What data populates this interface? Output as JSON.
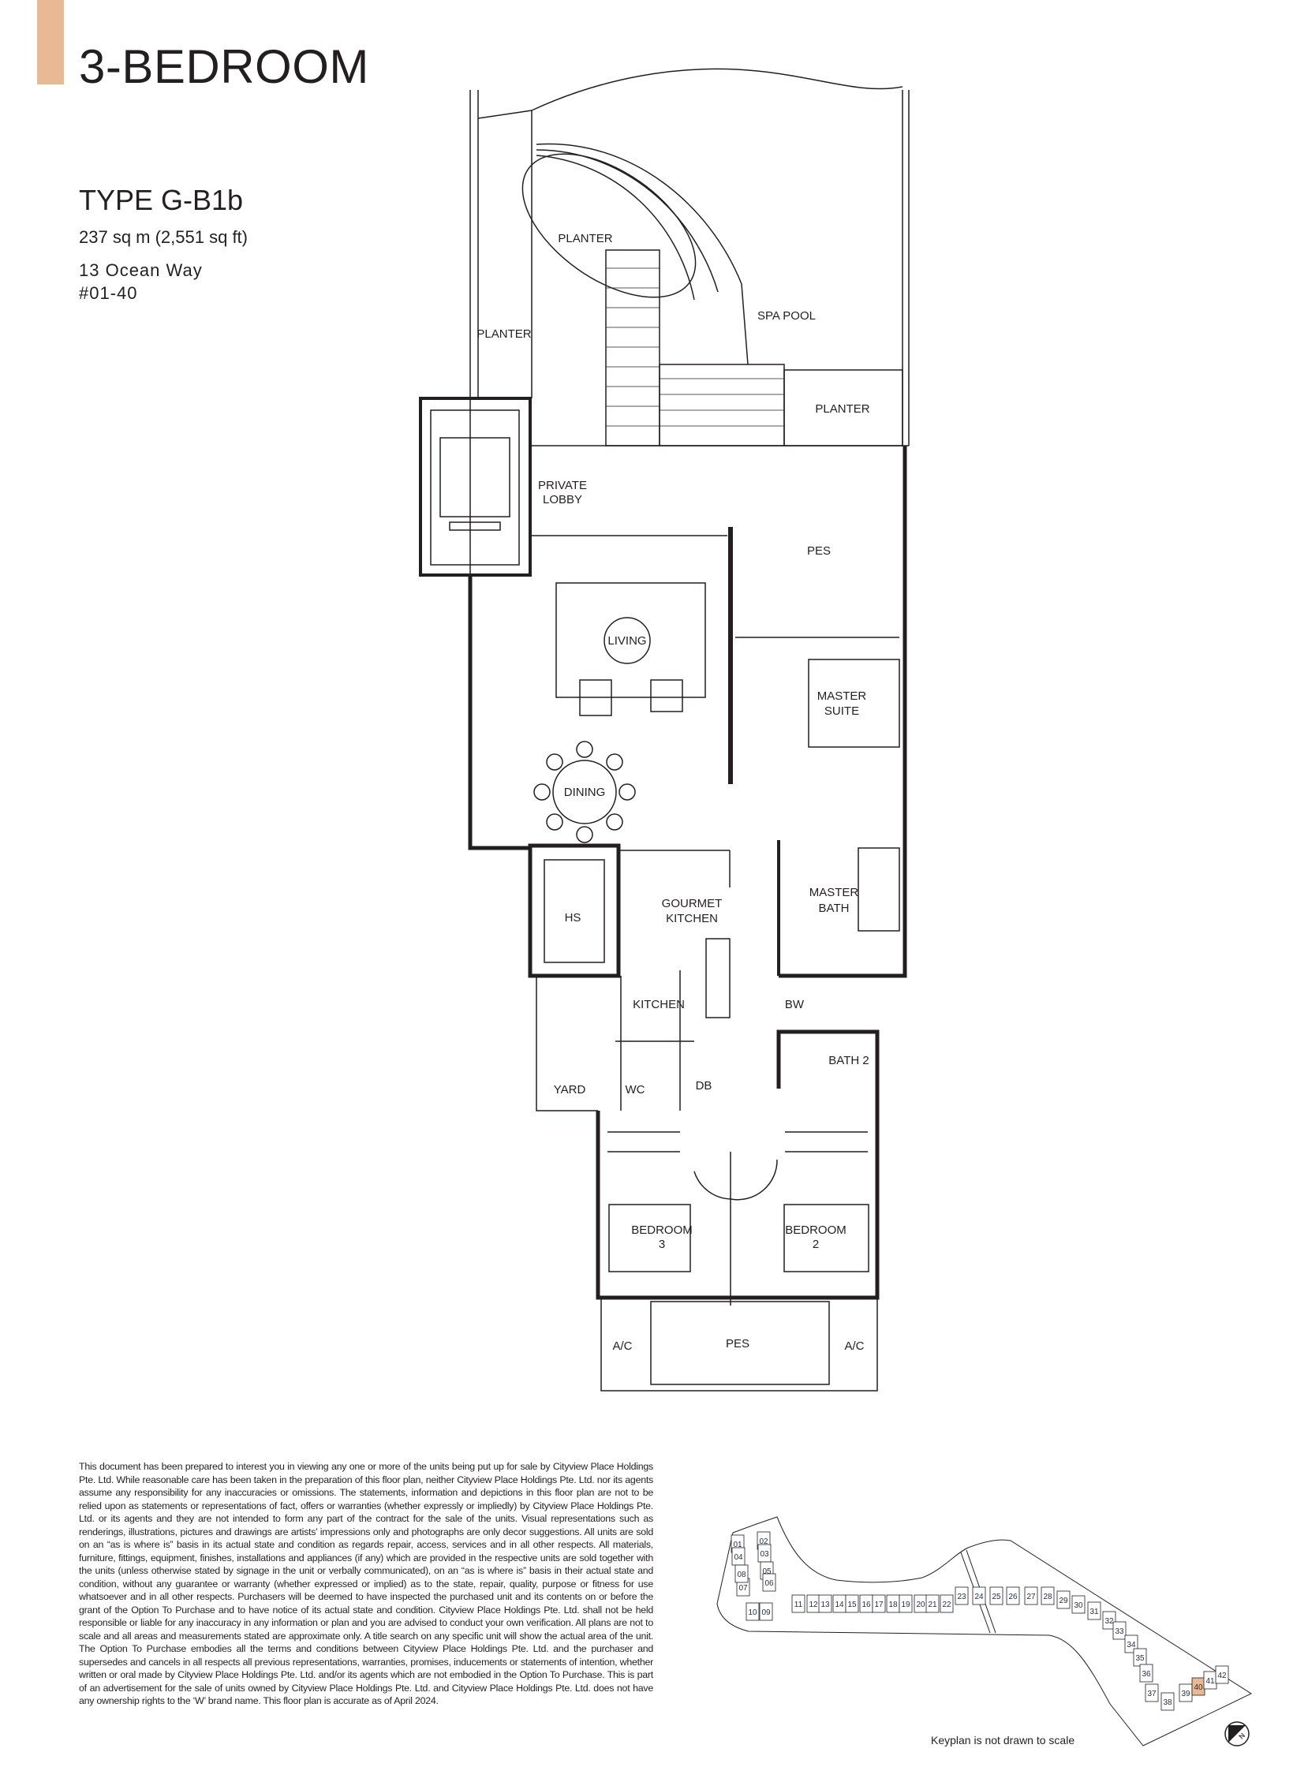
{
  "header": {
    "title": "3-BEDROOM",
    "accent_color": "#e8b994",
    "unit_type": "TYPE G-B1b",
    "area": "237 sq m (2,551 sq ft)",
    "address_line1": "13 Ocean Way",
    "unit_number": "#01-40"
  },
  "floorplan": {
    "rooms": {
      "planter_top": "PLANTER",
      "planter_left": "PLANTER",
      "spa_pool": "SPA POOL",
      "planter_right": "PLANTER",
      "private_lobby_1": "PRIVATE",
      "private_lobby_2": "LOBBY",
      "pes_top": "PES",
      "living": "LIVING",
      "master_suite_1": "MASTER",
      "master_suite_2": "SUITE",
      "dining": "DINING",
      "hs": "HS",
      "gourmet_kitchen_1": "GOURMET",
      "gourmet_kitchen_2": "KITCHEN",
      "master_bath_1": "MASTER",
      "master_bath_2": "BATH",
      "kitchen": "KITCHEN",
      "bw": "BW",
      "bath2": "BATH  2",
      "yard": "YARD",
      "wc": "WC",
      "db": "DB",
      "bedroom3_1": "BEDROOM",
      "bedroom3_2": "3",
      "bedroom2_1": "BEDROOM",
      "bedroom2_2": "2",
      "ac_left": "A/C",
      "pes_bottom": "PES",
      "ac_right": "A/C"
    }
  },
  "disclaimer": "This document has been prepared to interest you in viewing any one or more of the units being put up for sale by Cityview Place Holdings Pte. Ltd. While reasonable care has been taken in the preparation of this floor plan, neither Cityview Place Holdings Pte. Ltd. nor its agents assume any responsibility for any inaccuracies or omissions. The statements, information and depictions in this floor plan are not to be relied upon as statements or representations of fact, offers or warranties (whether expressly or impliedly) by Cityview Place Holdings Pte. Ltd. or its agents and they are not intended to form any part of the contract for the sale of the units. Visual representations such as renderings, illustrations, pictures and drawings are artists’ impressions only and photographs are only decor suggestions. All units are sold on an “as is where is” basis in its actual state and condition as regards repair, access, services and in all other respects. All materials, furniture, fittings, equipment, finishes, installations and appliances (if any) which are provided in the respective units are sold together with the units (unless otherwise stated by signage in the unit or verbally communicated), on an “as is where is” basis in their actual state and condition, without any guarantee or warranty (whether expressed or implied) as to the state, repair, quality, purpose or fitness for use whatsoever and in all other respects. Purchasers will be deemed to have inspected the purchased unit and its contents on or before the grant of the Option To Purchase and to have notice of its actual state and condition. Cityview Place Holdings Pte. Ltd. shall not be held responsible or liable for any inaccuracy in any information or plan and you are advised to conduct your own verification. All plans are not to scale and all areas and measurements stated are approximate only. A title search on any specific unit will show the actual area of the unit. The Option To Purchase embodies all the terms and conditions between Cityview Place Holdings Pte. Ltd. and the purchaser and supersedes and cancels in all respects all previous representations, warranties, promises, inducements or statements of intention, whether written or oral made by Cityview Place Holdings Pte. Ltd. and/or its agents which are not embodied in the Option To Purchase. This is part of an advertisement for the sale of units owned by Cityview Place Holdings Pte. Ltd. and Cityview Place Holdings Pte. Ltd. does not have any ownership rights to the ‘W’ brand name. This floor plan is accurate as of April 2024.",
  "keyplan": {
    "note": "Keyplan is not drawn to scale",
    "highlight_unit": "40",
    "highlight_color": "#e8b994",
    "compass": "N",
    "units": [
      "01",
      "02",
      "03",
      "04",
      "05",
      "06",
      "07",
      "08",
      "09",
      "10",
      "11",
      "12",
      "13",
      "14",
      "15",
      "16",
      "17",
      "18",
      "19",
      "20",
      "21",
      "22",
      "23",
      "24",
      "25",
      "26",
      "27",
      "28",
      "29",
      "30",
      "31",
      "32",
      "33",
      "34",
      "35",
      "36",
      "37",
      "38",
      "39",
      "40",
      "41",
      "42"
    ]
  }
}
